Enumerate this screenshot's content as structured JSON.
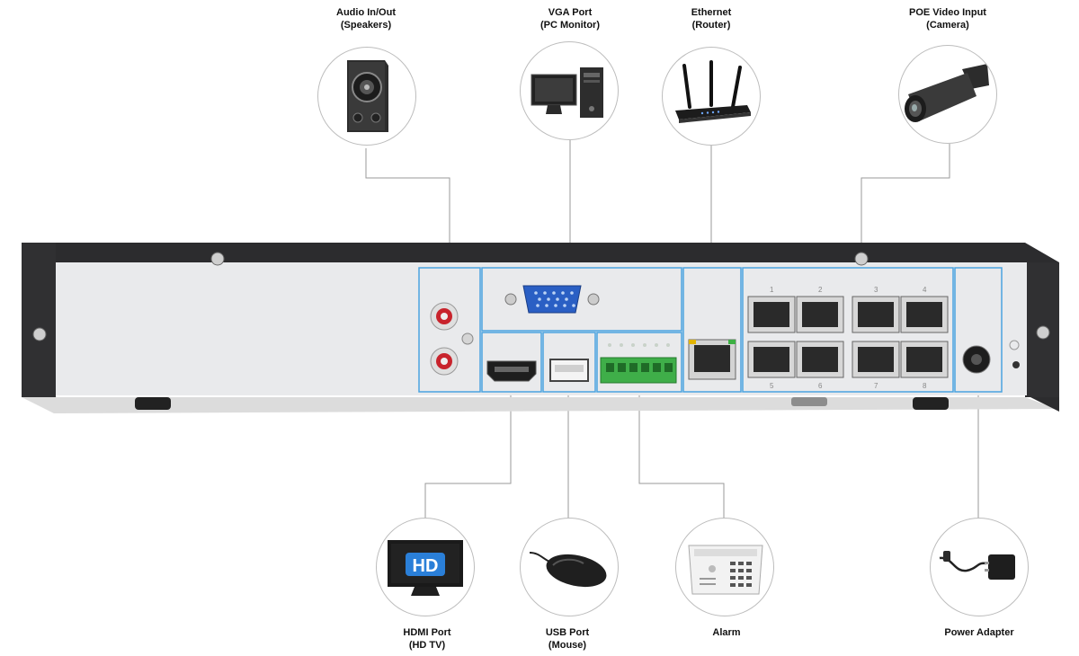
{
  "labels": {
    "audio": {
      "line1": "Audio In/Out",
      "line2": "(Speakers)"
    },
    "vga": {
      "line1": "VGA Port",
      "line2": "(PC Monitor)"
    },
    "ethernet": {
      "line1": "Ethernet",
      "line2": "(Router)"
    },
    "poe": {
      "line1": "POE Video Input",
      "line2": "(Camera)"
    },
    "hdmi": {
      "line1": "HDMI Port",
      "line2": "(HD TV)"
    },
    "usb": {
      "line1": "USB Port",
      "line2": "(Mouse)"
    },
    "alarm": {
      "line1": "Alarm"
    },
    "power": {
      "line1": "Power Adapter"
    }
  },
  "device_text": {
    "hd_badge": "HD",
    "port_numbers": [
      "1",
      "2",
      "3",
      "4",
      "5",
      "6",
      "7",
      "8"
    ]
  },
  "colors": {
    "highlight": "#4aa3e0",
    "leader_line": "#9a9a9a",
    "panel": "#e9eaec",
    "frame": "#2c2c2e",
    "vga_blue": "#2a5fc4",
    "terminal_green": "#3fae49",
    "rca_red": "#c8232c"
  }
}
